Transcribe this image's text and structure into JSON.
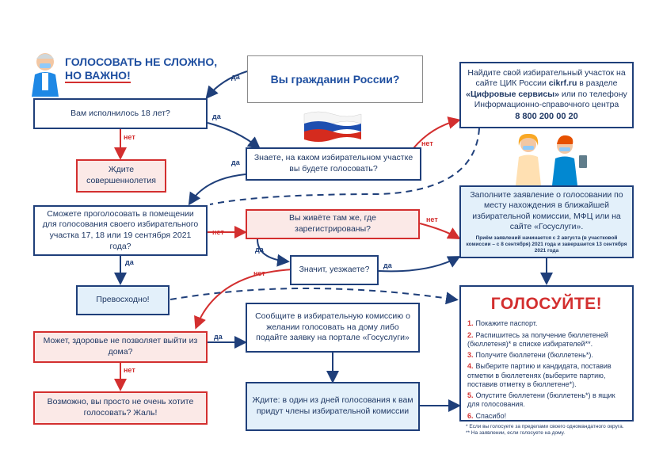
{
  "header": {
    "line1": "ГОЛОСОВАТЬ НЕ СЛОЖНО,",
    "line2": "НО ВАЖНО!"
  },
  "nodes": {
    "citizen": "Вы гражданин России?",
    "age18": "Вам исполнилось 18 лет?",
    "wait_age": "Ждите совершеннолетия",
    "know_station": "Знаете, на каком избирательном участке вы будете голосовать?",
    "find_station": {
      "part1": "Найдите свой избирательный участок на сайте ЦИК России",
      "site": "cikrf.ru",
      "part2": "в разделе",
      "section": "«Цифровые сервисы»",
      "part3": "или по телефону Информационно-справочного центра",
      "phone": "8 800 200 00 20"
    },
    "can_vote_room": "Сможете проголосовать в помещении для голосования своего избирательного участка 17, 18 или 19 сентября 2021 года?",
    "live_there": "Вы живёте там же, где зарегистрированы?",
    "leaving": "Значит, уезжаете?",
    "apply": "Заполните заявление о голосовании по месту нахождения в ближайшей избирательной комиссии, МФЦ или на сайте «Госуслуги».",
    "apply_note": "Приём заявлений начинается с 2 августа (в участковой комиссии – с 8 сентября) 2021 года и завершается 13 сентября 2021 года",
    "excellent": "Превосходно!",
    "health": "Может, здоровье не позволяет выйти из дома?",
    "report": "Сообщите в избирательную комиссию о желании голосовать на дому либо подайте заявку на портале «Госуслуги»",
    "no_want": "Возможно, вы просто не очень хотите голосовать? Жаль!",
    "wait_home": "Ждите: в один из дней голосования к вам придут члены избирательной комиссии"
  },
  "vote": {
    "title": "ГОЛОСУЙТЕ!",
    "steps": [
      {
        "n": "1.",
        "text": "Покажите паспорт."
      },
      {
        "n": "2.",
        "text": "Распишитесь за получение бюллетеней (бюллетеня)* в списке избирателей**."
      },
      {
        "n": "3.",
        "text": "Получите бюллетени (бюллетень*)."
      },
      {
        "n": "4.",
        "text": "Выберите партию и кандидата, поставив отметки в бюллетенях (выберите партию, поставив отметку в бюллетене*)."
      },
      {
        "n": "5.",
        "text": "Опустите бюллетени (бюллетень*) в ящик для голосования."
      },
      {
        "n": "6.",
        "text": "Спасибо!"
      }
    ],
    "foot1": "* Если вы голосуете за пределами своего одномандатного округа.",
    "foot2": "** На заявлении, если голосуете на дому."
  },
  "labels": {
    "yes": "да",
    "no": "нет"
  },
  "colors": {
    "blue": "#1f3f7a",
    "red": "#d32f2f",
    "accent": "#1f4fa0"
  }
}
